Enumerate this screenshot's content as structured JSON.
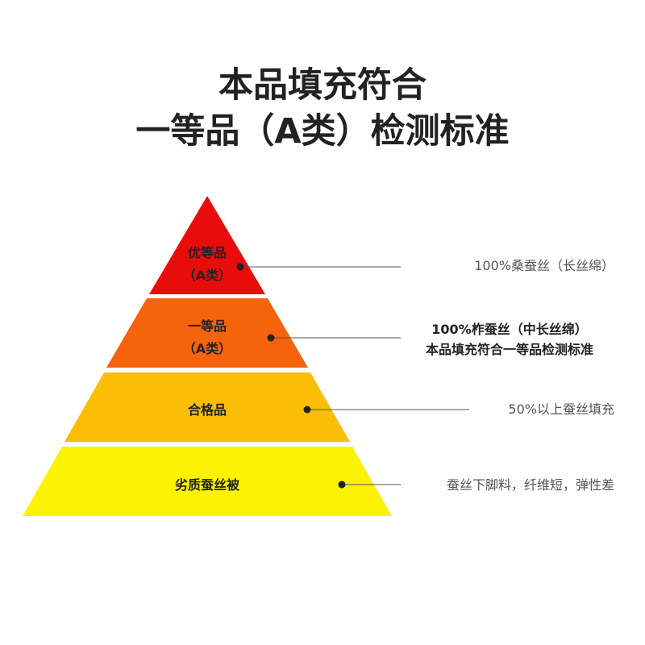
{
  "title": {
    "line1": "本品填充符合",
    "line2": "一等品（A类）检测标准"
  },
  "colors": {
    "tier1": "#e80c0a",
    "tier2": "#f5630c",
    "tier3": "#fbbd05",
    "tier4": "#fcf203",
    "connector": "#555555"
  },
  "tiers": [
    {
      "name_line1": "优等品",
      "name_line2": "（A类）",
      "description": "100%桑蚕丝（长丝绵）"
    },
    {
      "name_line1": "一等品",
      "name_line2": "（A类）",
      "description_line1": "100%柞蚕丝（中长丝绵）",
      "description_line2": "本品填充符合一等品检测标准"
    },
    {
      "name_line1": "合格品",
      "description": "50%以上蚕丝填充"
    },
    {
      "name_line1": "劣质蚕丝被",
      "description": "蚕丝下脚料，纤维短，弹性差"
    }
  ]
}
